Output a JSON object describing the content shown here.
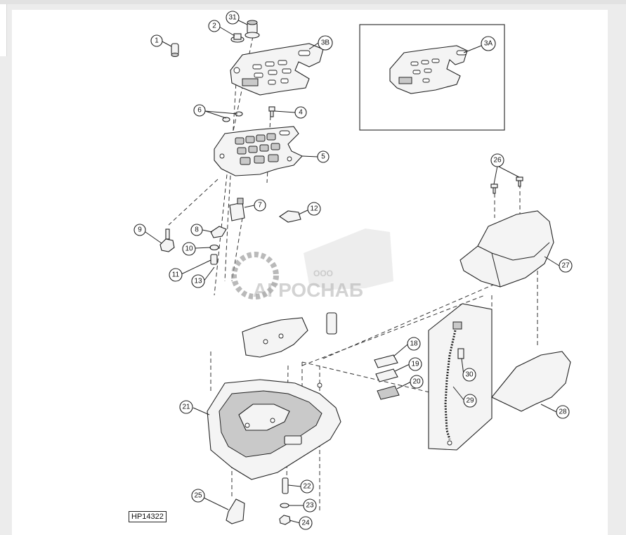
{
  "figure_id": "HP14322",
  "watermark": {
    "company_prefix": "ООО",
    "company_name": "АГРОСНАБ"
  },
  "callouts": [
    "1",
    "2",
    "31",
    "3B",
    "3A",
    "6",
    "4",
    "5",
    "7",
    "12",
    "9",
    "8",
    "10",
    "11",
    "13",
    "26",
    "27",
    "18",
    "19",
    "20",
    "30",
    "29",
    "21",
    "28",
    "22",
    "23",
    "24",
    "25"
  ]
}
